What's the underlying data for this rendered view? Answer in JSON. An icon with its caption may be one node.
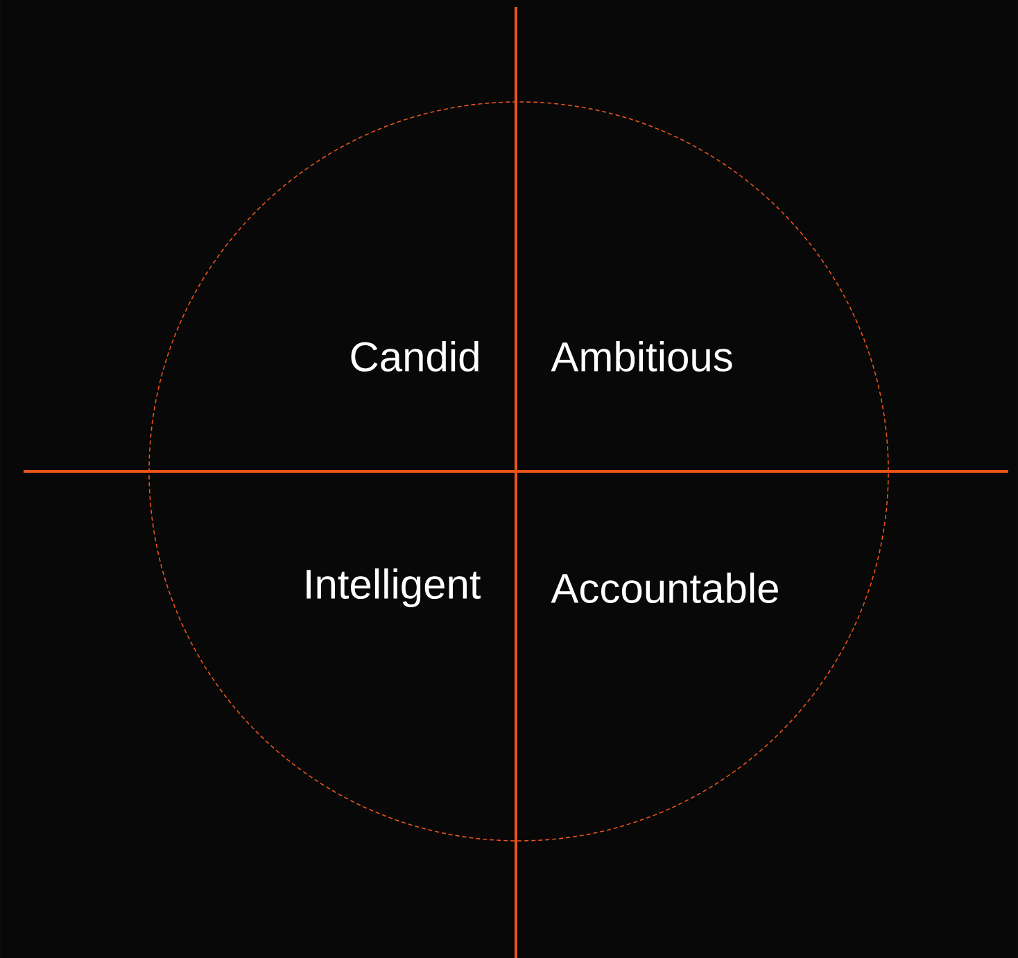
{
  "diagram": {
    "labels": [
      "Candid",
      "Ambitious",
      "Intelligent",
      "Accountable"
    ]
  }
}
